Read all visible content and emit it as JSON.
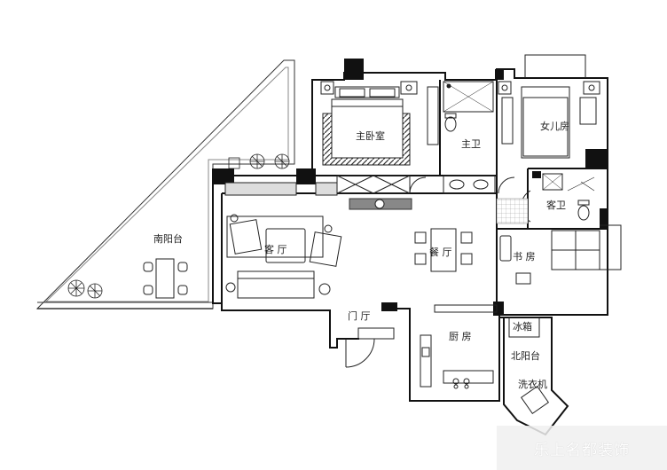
{
  "rooms": {
    "master_bedroom": "主卧室",
    "master_bath": "主卫",
    "daughter_room": "女儿房",
    "guest_bath": "客卫",
    "south_balcony": "南阳台",
    "living_room": "客 厅",
    "dining_room": "餐 厅",
    "study": "书 房",
    "entry_hall": "门 厅",
    "kitchen": "厨 房",
    "fridge": "冰箱",
    "north_balcony": "北阳台",
    "laundry": "洗衣机"
  },
  "watermark": "乐上名都装饰",
  "colors": {
    "wall": "#111111",
    "line": "#333333",
    "background": "#ffffff"
  }
}
